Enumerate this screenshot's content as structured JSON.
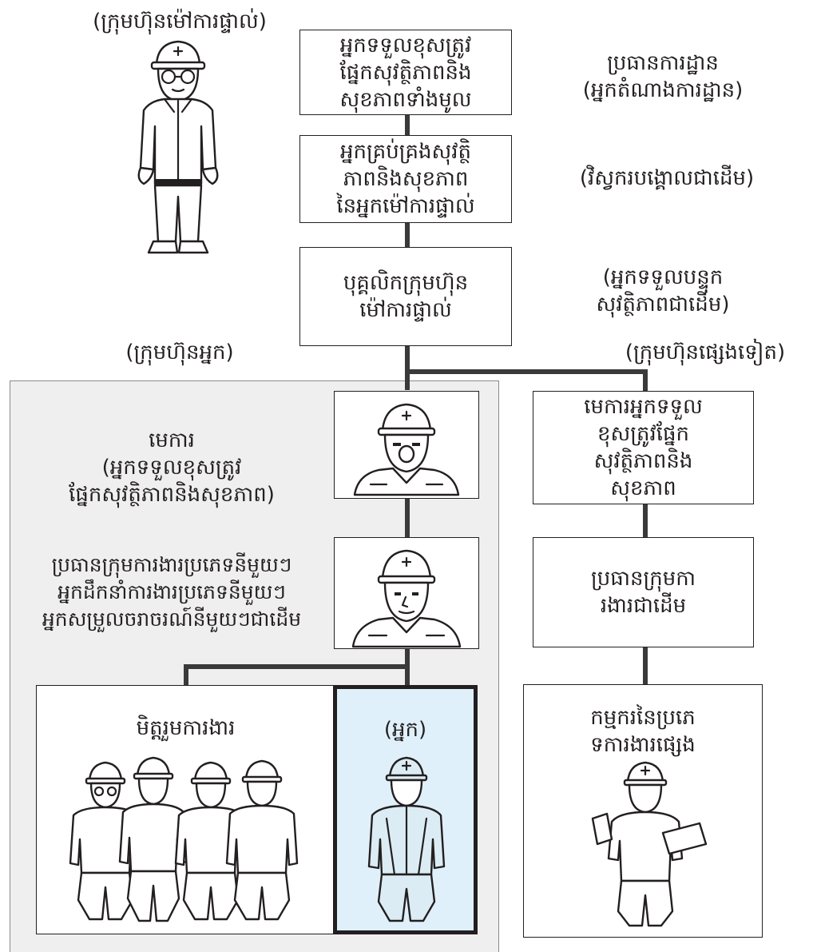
{
  "labels": {
    "prime_company": "(ក្រុមហ៊ុនម៉ៅការផ្ទាល់)",
    "site_manager": "ប្រធានការដ្ឋាន\n(អ្នកតំណាងការដ្ឋាន)",
    "engineer": "(វិស្វករបង្គោលជាដើម)",
    "safety_assistant": "(អ្នកទទួលបន្ទុក\nសុវត្ថិភាពជាដើម)",
    "your_company": "(ក្រុមហ៊ុនអ្នក)",
    "other_company": "(ក្រុមហ៊ុនផ្សេងទៀត)",
    "foreman": "មេការ\n(អ្នកទទួលខុសត្រូវ\nផ្នែកសុវត្ថិភាពនិងសុខភាព)",
    "group_leaders": "ប្រធានក្រុមការងារប្រភេទនីមួយៗ\nអ្នកដឹកនាំការងារប្រភេទនីមួយៗ\nអ្នកសម្រួលចរាចរណ៍នីមួយៗជាដើម"
  },
  "boxes": {
    "general_responsible": "អ្នកទទួលខុសត្រូវ\nផ្នែកសុវត្ថិភាពនិង\nសុខភាពទាំងមូល",
    "safety_manager": "អ្នកគ្រប់គ្រងសុវត្ថិ\nភាពនិងសុខភាព\nនៃអ្នកម៉ៅការផ្ទាល់",
    "prime_staff": "បុគ្គលិកក្រុមហ៊ុន\nម៉ៅការផ្ទាល់",
    "other_foreman": "មេការអ្នកទទួល\nខុសត្រូវផ្នែក\nសុវត្ថិភាពនិង\nសុខភាព",
    "other_group_leader": "ប្រធានក្រុមកា\nរងារជាដើម",
    "coworkers": "មិត្តរួមការងារ",
    "you": "(អ្នក)",
    "other_worker": "កម្មករនៃប្រភេ\nទការងារផ្សេង"
  },
  "colors": {
    "panel": "#efefef",
    "you_highlight": "#dff0fa",
    "ink": "#231f20",
    "connector": "#3a3a3a"
  },
  "icons": {
    "prime_worker": "standing-worker-with-glasses",
    "foreman": "helmet-worker-bust",
    "group_leader": "helmet-worker-bust",
    "coworkers": "group-of-four-workers",
    "you": "standing-worker",
    "other_worker": "worker-holding-papers"
  }
}
